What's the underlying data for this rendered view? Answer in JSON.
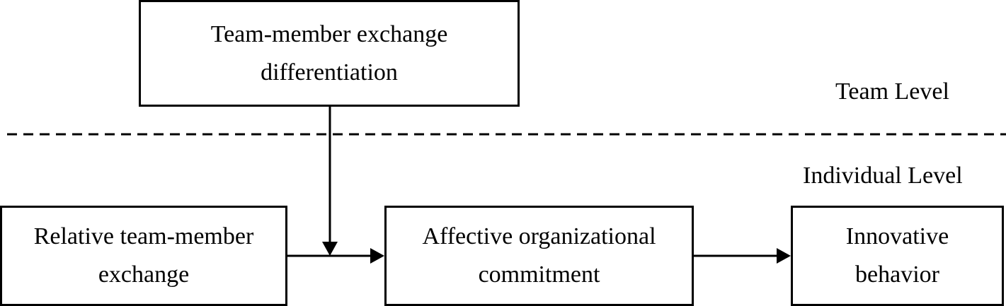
{
  "diagram": {
    "nodes": {
      "tmx_differentiation": {
        "line1": "Team-member exchange",
        "line2": "differentiation"
      },
      "relative_tmx": {
        "line1": "Relative team-member",
        "line2": "exchange"
      },
      "affective_commitment": {
        "line1": "Affective organizational",
        "line2": "commitment"
      },
      "innovative_behavior": {
        "line1": "Innovative",
        "line2": "behavior"
      }
    },
    "levels": {
      "team": "Team Level",
      "individual": "Individual Level"
    },
    "edges": [
      {
        "from": "relative_tmx",
        "to": "affective_commitment",
        "type": "direct"
      },
      {
        "from": "affective_commitment",
        "to": "innovative_behavior",
        "type": "direct"
      },
      {
        "from": "tmx_differentiation",
        "to": "relative_tmx->affective_commitment",
        "type": "moderation"
      }
    ],
    "colors": {
      "stroke": "#000000",
      "background": "#ffffff"
    }
  }
}
